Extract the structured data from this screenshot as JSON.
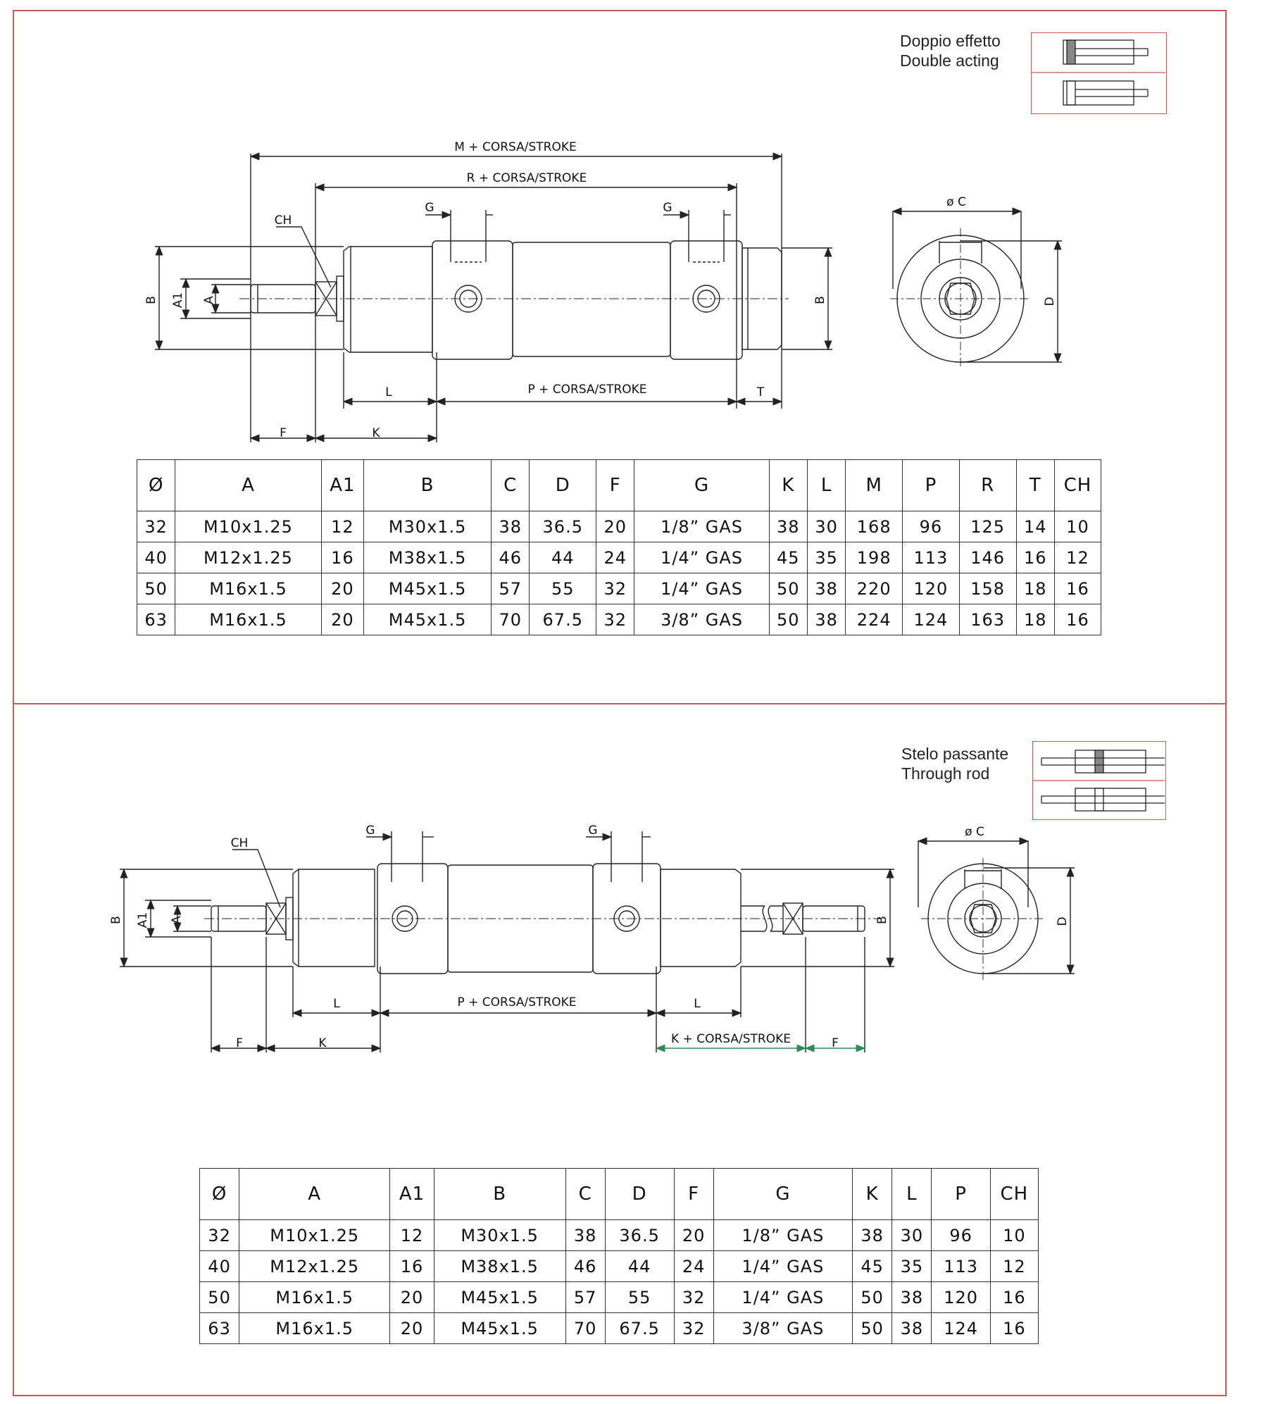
{
  "double_acting": {
    "legend_it": "Doppio effetto",
    "legend_en": "Double acting",
    "dims": {
      "m_stroke": "M + CORSA/STROKE",
      "r_stroke": "R + CORSA/STROKE",
      "p_stroke": "P + CORSA/STROKE",
      "g1": "G",
      "g2": "G",
      "ch": "CH",
      "b_left": "B",
      "a1": "A1",
      "a": "A",
      "b_right": "B",
      "l": "L",
      "t": "T",
      "f": "F",
      "k": "K",
      "phi_c": "ø C",
      "d": "D"
    },
    "table": {
      "headers": [
        "Ø",
        "A",
        "A1",
        "B",
        "C",
        "D",
        "F",
        "G",
        "K",
        "L",
        "M",
        "P",
        "R",
        "T",
        "CH"
      ],
      "rows": [
        [
          "32",
          "M10x1.25",
          "12",
          "M30x1.5",
          "38",
          "36.5",
          "20",
          "1/8” GAS",
          "38",
          "30",
          "168",
          "96",
          "125",
          "14",
          "10"
        ],
        [
          "40",
          "M12x1.25",
          "16",
          "M38x1.5",
          "46",
          "44",
          "24",
          "1/4” GAS",
          "45",
          "35",
          "198",
          "113",
          "146",
          "16",
          "12"
        ],
        [
          "50",
          "M16x1.5",
          "20",
          "M45x1.5",
          "57",
          "55",
          "32",
          "1/4” GAS",
          "50",
          "38",
          "220",
          "120",
          "158",
          "18",
          "16"
        ],
        [
          "63",
          "M16x1.5",
          "20",
          "M45x1.5",
          "70",
          "67.5",
          "32",
          "3/8” GAS",
          "50",
          "38",
          "224",
          "124",
          "163",
          "18",
          "16"
        ]
      ]
    }
  },
  "through_rod": {
    "legend_it": "Stelo passante",
    "legend_en": "Through rod",
    "dims": {
      "p_stroke": "P + CORSA/STROKE",
      "k_stroke": "K + CORSA/STROKE",
      "g1": "G",
      "g2": "G",
      "ch": "CH",
      "b_left": "B",
      "a1": "A1",
      "a": "A",
      "b_right": "B",
      "l1": "L",
      "l2": "L",
      "f1": "F",
      "f2": "F",
      "k": "K",
      "phi_c": "ø C",
      "d": "D"
    },
    "table": {
      "headers": [
        "Ø",
        "A",
        "A1",
        "B",
        "C",
        "D",
        "F",
        "G",
        "K",
        "L",
        "P",
        "CH"
      ],
      "rows": [
        [
          "32",
          "M10x1.25",
          "12",
          "M30x1.5",
          "38",
          "36.5",
          "20",
          "1/8” GAS",
          "38",
          "30",
          "96",
          "10"
        ],
        [
          "40",
          "M12x1.25",
          "16",
          "M38x1.5",
          "46",
          "44",
          "24",
          "1/4” GAS",
          "45",
          "35",
          "113",
          "12"
        ],
        [
          "50",
          "M16x1.5",
          "20",
          "M45x1.5",
          "57",
          "55",
          "32",
          "1/4” GAS",
          "50",
          "38",
          "120",
          "16"
        ],
        [
          "63",
          "M16x1.5",
          "20",
          "M45x1.5",
          "70",
          "67.5",
          "32",
          "3/8” GAS",
          "50",
          "38",
          "124",
          "16"
        ]
      ]
    }
  },
  "colors": {
    "frame": "#c85a5a",
    "line": "#222222",
    "accent_dim": "#2e8b57"
  }
}
